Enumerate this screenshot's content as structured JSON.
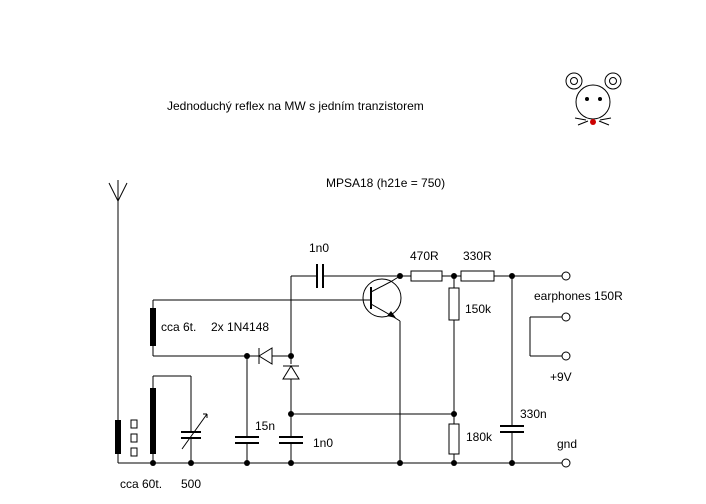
{
  "title": "Jednoduchý reflex na MW s jedním tranzistorem",
  "transistor_label": "MPSA18 (h21e = 750)",
  "components": {
    "c_coupling": "1n0",
    "r_470": "470R",
    "r_330": "330R",
    "r_150k": "150k",
    "r_180k": "180k",
    "c_330n": "330n",
    "c_15n": "15n",
    "c_1n0_lower": "1n0",
    "coil_small": "cca 6t.",
    "diodes": "2x 1N4148",
    "coil_large": "cca 60t.",
    "var_cap": "500"
  },
  "terminals": {
    "earphones": "earphones 150R",
    "supply": "+9V",
    "ground": "gnd"
  },
  "mascot": {
    "icon": "mouse-icon",
    "nose_color": "#cc0000"
  }
}
